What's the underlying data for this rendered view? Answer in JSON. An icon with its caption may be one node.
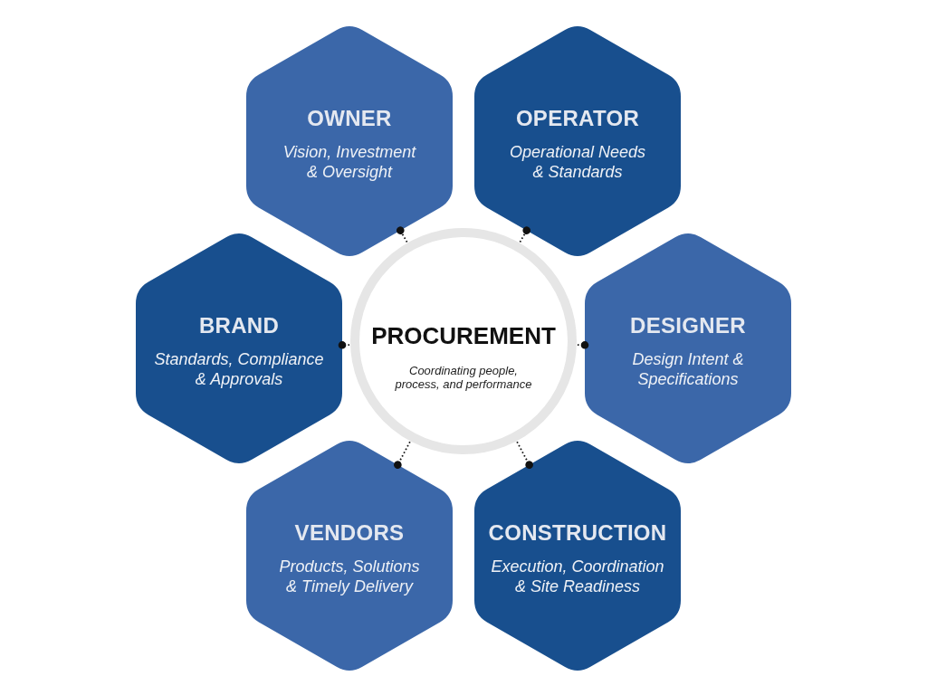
{
  "diagram": {
    "nodes": [
      {
        "text": [
          "OWNER",
          "Vision, Investment & Oversight"
        ]
      },
      {
        "text": [
          "OPERATOR",
          "Operational Needs & Standards"
        ]
      },
      {
        "text": [
          "BRAND",
          "Standards, Compliance & Approvals"
        ]
      },
      {
        "text": [
          "PROCUREMENT",
          "Coordinating people, process, and performance"
        ]
      },
      {
        "text": [
          "DESIGNER",
          "Design Intent & Specifications"
        ]
      },
      {
        "text": [
          "VENDORS",
          "Products, Solutions & Timely Delivery"
        ]
      },
      {
        "text": [
          "CONSTRUCTION",
          "Execution, Coordination & Site Readiness"
        ]
      }
    ],
    "edges": [
      {
        "from": 3,
        "to": 0,
        "arrow": "other"
      },
      {
        "from": 3,
        "to": 1,
        "arrow": "other"
      },
      {
        "from": 3,
        "to": 2,
        "arrow": "other"
      },
      {
        "from": 3,
        "to": 4,
        "arrow": "other"
      },
      {
        "from": 3,
        "to": 5,
        "arrow": "other"
      },
      {
        "from": 3,
        "to": 6,
        "arrow": "other"
      }
    ]
  }
}
